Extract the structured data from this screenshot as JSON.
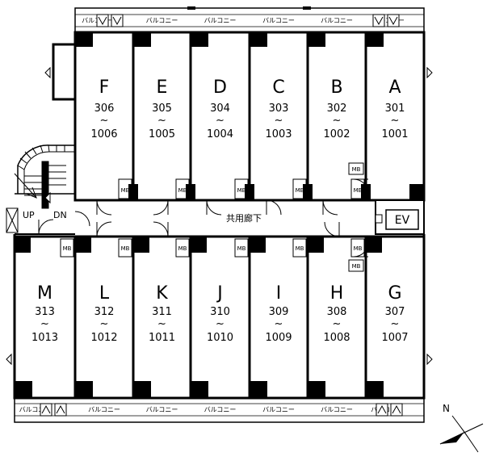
{
  "balcony_label": "バルコニー",
  "corridor_label": "共用廊下",
  "ev_label": "EV",
  "mb_label": "MB",
  "up_label": "UP",
  "dn_label": "DN",
  "compass_label": "N",
  "units_top": [
    {
      "letter": "F",
      "num_low": "306",
      "tilde": "~",
      "num_high": "1006"
    },
    {
      "letter": "E",
      "num_low": "305",
      "tilde": "~",
      "num_high": "1005"
    },
    {
      "letter": "D",
      "num_low": "304",
      "tilde": "~",
      "num_high": "1004"
    },
    {
      "letter": "C",
      "num_low": "303",
      "tilde": "~",
      "num_high": "1003"
    },
    {
      "letter": "B",
      "num_low": "302",
      "tilde": "~",
      "num_high": "1002"
    },
    {
      "letter": "A",
      "num_low": "301",
      "tilde": "~",
      "num_high": "1001"
    }
  ],
  "units_bottom": [
    {
      "letter": "M",
      "num_low": "313",
      "tilde": "~",
      "num_high": "1013"
    },
    {
      "letter": "L",
      "num_low": "312",
      "tilde": "~",
      "num_high": "1012"
    },
    {
      "letter": "K",
      "num_low": "311",
      "tilde": "~",
      "num_high": "1011"
    },
    {
      "letter": "J",
      "num_low": "310",
      "tilde": "~",
      "num_high": "1010"
    },
    {
      "letter": "I",
      "num_low": "309",
      "tilde": "~",
      "num_high": "1009"
    },
    {
      "letter": "H",
      "num_low": "308",
      "tilde": "~",
      "num_high": "1008"
    },
    {
      "letter": "G",
      "num_low": "307",
      "tilde": "~",
      "num_high": "1007"
    }
  ]
}
